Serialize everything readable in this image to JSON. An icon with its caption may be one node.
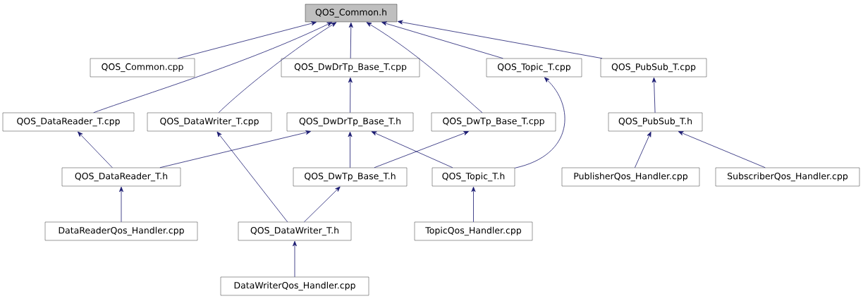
{
  "diagram": {
    "nodes": [
      {
        "text": [
          "QOS_Common.h"
        ]
      },
      {
        "text": [
          "QOS_Common.cpp"
        ]
      },
      {
        "text": [
          "QOS_DwDrTp_Base_T.cpp"
        ]
      },
      {
        "text": [
          "QOS_Topic_T.cpp"
        ]
      },
      {
        "text": [
          "QOS_PubSub_T.cpp"
        ]
      },
      {
        "text": [
          "QOS_DataReader_T.cpp"
        ]
      },
      {
        "text": [
          "QOS_DataWriter_T.cpp"
        ]
      },
      {
        "text": [
          "QOS_DwDrTp_Base_T.h"
        ]
      },
      {
        "text": [
          "QOS_DwTp_Base_T.cpp"
        ]
      },
      {
        "text": [
          "QOS_PubSub_T.h"
        ]
      },
      {
        "text": [
          "QOS_DataReader_T.h"
        ]
      },
      {
        "text": [
          "QOS_DwTp_Base_T.h"
        ]
      },
      {
        "text": [
          "QOS_Topic_T.h"
        ]
      },
      {
        "text": [
          "PublisherQos_Handler.cpp"
        ]
      },
      {
        "text": [
          "SubscriberQos_Handler.cpp"
        ]
      },
      {
        "text": [
          "DataReaderQos_Handler.cpp"
        ]
      },
      {
        "text": [
          "QOS_DataWriter_T.h"
        ]
      },
      {
        "text": [
          "TopicQos_Handler.cpp"
        ]
      },
      {
        "text": [
          "DataWriterQos_Handler.cpp"
        ]
      }
    ],
    "edges": [
      {
        "from": 1,
        "to": 0,
        "arrow": "to"
      },
      {
        "from": 5,
        "to": 0,
        "arrow": "to"
      },
      {
        "from": 6,
        "to": 0,
        "arrow": "to"
      },
      {
        "from": 2,
        "to": 0,
        "arrow": "to"
      },
      {
        "from": 8,
        "to": 0,
        "arrow": "to"
      },
      {
        "from": 3,
        "to": 0,
        "arrow": "to"
      },
      {
        "from": 4,
        "to": 0,
        "arrow": "to"
      },
      {
        "from": 7,
        "to": 2,
        "arrow": "to"
      },
      {
        "from": 12,
        "to": 3,
        "arrow": "to"
      },
      {
        "from": 9,
        "to": 4,
        "arrow": "to"
      },
      {
        "from": 10,
        "to": 5,
        "arrow": "to"
      },
      {
        "from": 16,
        "to": 6,
        "arrow": "to"
      },
      {
        "from": 10,
        "to": 7,
        "arrow": "to"
      },
      {
        "from": 11,
        "to": 7,
        "arrow": "to"
      },
      {
        "from": 12,
        "to": 7,
        "arrow": "to"
      },
      {
        "from": 11,
        "to": 8,
        "arrow": "to"
      },
      {
        "from": 13,
        "to": 9,
        "arrow": "to"
      },
      {
        "from": 14,
        "to": 9,
        "arrow": "to"
      },
      {
        "from": 15,
        "to": 10,
        "arrow": "to"
      },
      {
        "from": 16,
        "to": 11,
        "arrow": "to"
      },
      {
        "from": 17,
        "to": 12,
        "arrow": "to"
      },
      {
        "from": 18,
        "to": 16,
        "arrow": "to"
      }
    ]
  }
}
